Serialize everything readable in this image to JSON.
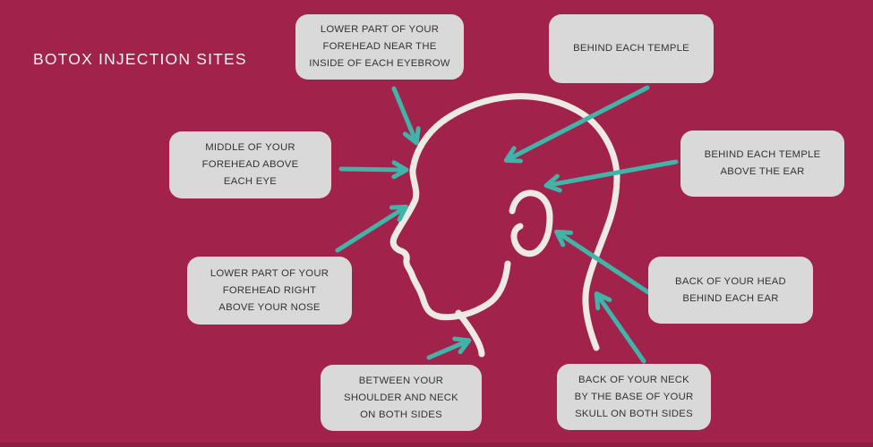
{
  "title": "BOTOX INJECTION SITES",
  "colors": {
    "background": "#A1234B",
    "card": "#D9D9D9",
    "card_text": "#333333",
    "title_text": "#F6F3F0",
    "arrow": "#40B4A8",
    "head_outline": "#EDE9E3",
    "bottom_strip": "#8C1E3F"
  },
  "labels": [
    {
      "id": "forehead-eyebrow",
      "text": "LOWER PART OF YOUR\nFOREHEAD NEAR THE\nINSIDE OF EACH EYEBROW"
    },
    {
      "id": "behind-temple",
      "text": "BEHIND EACH TEMPLE"
    },
    {
      "id": "mid-forehead",
      "text": "MIDDLE OF YOUR\nFOREHEAD ABOVE\nEACH EYE"
    },
    {
      "id": "temple-above-ear",
      "text": "BEHIND EACH TEMPLE\nABOVE THE EAR"
    },
    {
      "id": "above-nose",
      "text": "LOWER PART OF YOUR\nFOREHEAD RIGHT\nABOVE YOUR NOSE"
    },
    {
      "id": "behind-ear",
      "text": "BACK OF YOUR HEAD\nBEHIND EACH EAR"
    },
    {
      "id": "shoulder-neck",
      "text": "BETWEEN YOUR\nSHOULDER AND NECK\nON BOTH SIDES"
    },
    {
      "id": "neck-base-skull",
      "text": "BACK OF YOUR NECK\nBY THE BASE OF YOUR\nSKULL ON BOTH SIDES"
    }
  ]
}
